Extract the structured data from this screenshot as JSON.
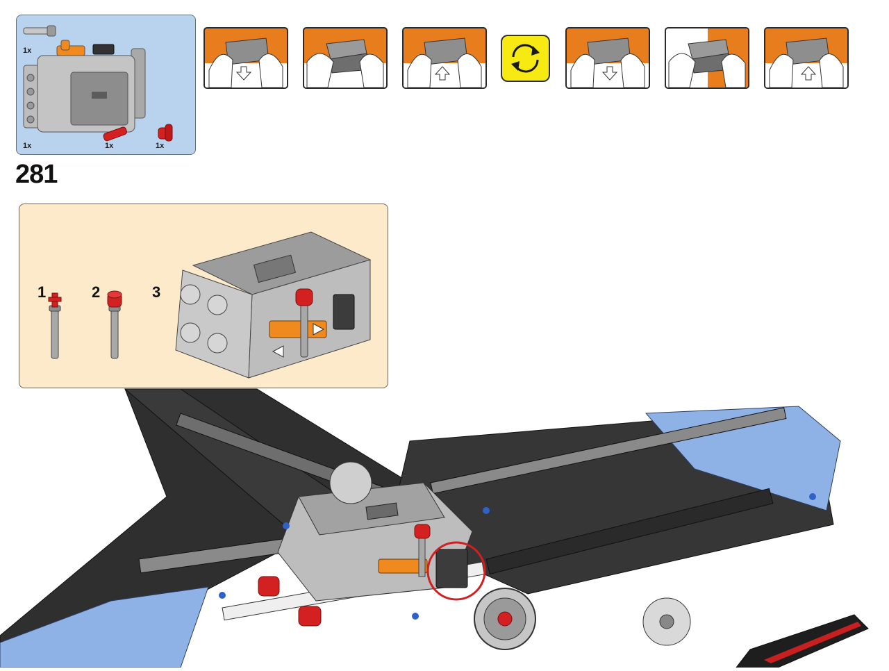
{
  "page": {
    "step_number": "281"
  },
  "parts_list": {
    "items": [
      {
        "name": "technic-axle-pin",
        "qty": "1x"
      },
      {
        "name": "battery-box",
        "qty": "1x"
      },
      {
        "name": "red-pin",
        "qty": "1x"
      },
      {
        "name": "red-bush",
        "qty": "1x"
      }
    ]
  },
  "battery_sequence": {
    "frames": [
      "hands-press-down",
      "hands-open-lid",
      "hands-press-up",
      "rotate-arrows",
      "hands-press-down",
      "hands-open-lid",
      "hands-press-up"
    ],
    "rotate_icon": "rotate-arrows-icon"
  },
  "sub_assembly": {
    "labels": [
      "1",
      "2",
      "3"
    ]
  },
  "colors": {
    "parts_bg": "#b9d3ef",
    "sub_bg": "#fdeacb",
    "frame_orange": "#e87d1e",
    "rotate_yellow": "#f6ea12",
    "highlight_red": "#d21f1f"
  }
}
